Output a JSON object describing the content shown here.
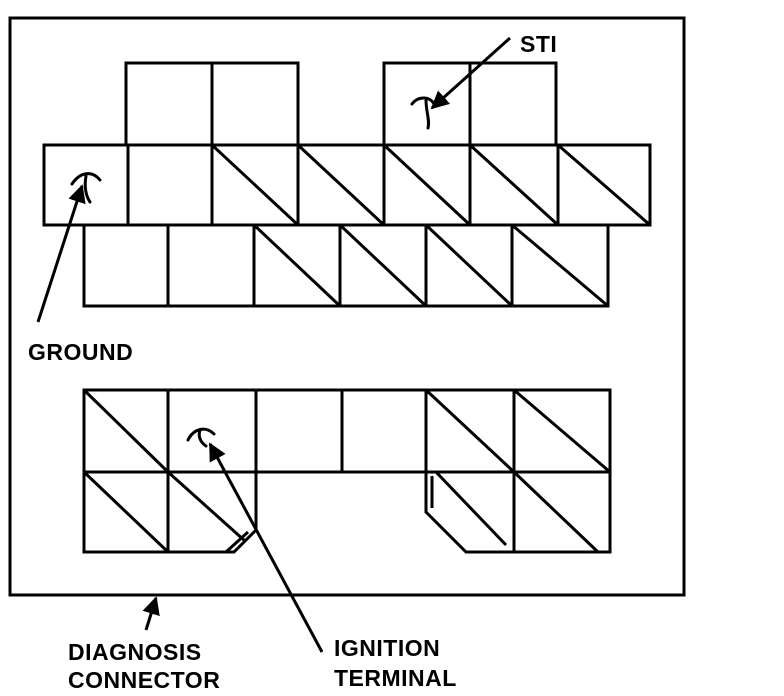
{
  "labels": {
    "sti": "STI",
    "ground": "GROUND",
    "ignition_line1": "IGNITION",
    "ignition_line2": "TERMINAL",
    "connector_line1": "DIAGNOSIS",
    "connector_line2": "CONNECTOR"
  },
  "colors": {
    "ink": "#000000",
    "paper": "#ffffff"
  },
  "icons": {
    "terminal_mark": "wire-hook-icon",
    "pointer": "arrow-icon"
  }
}
